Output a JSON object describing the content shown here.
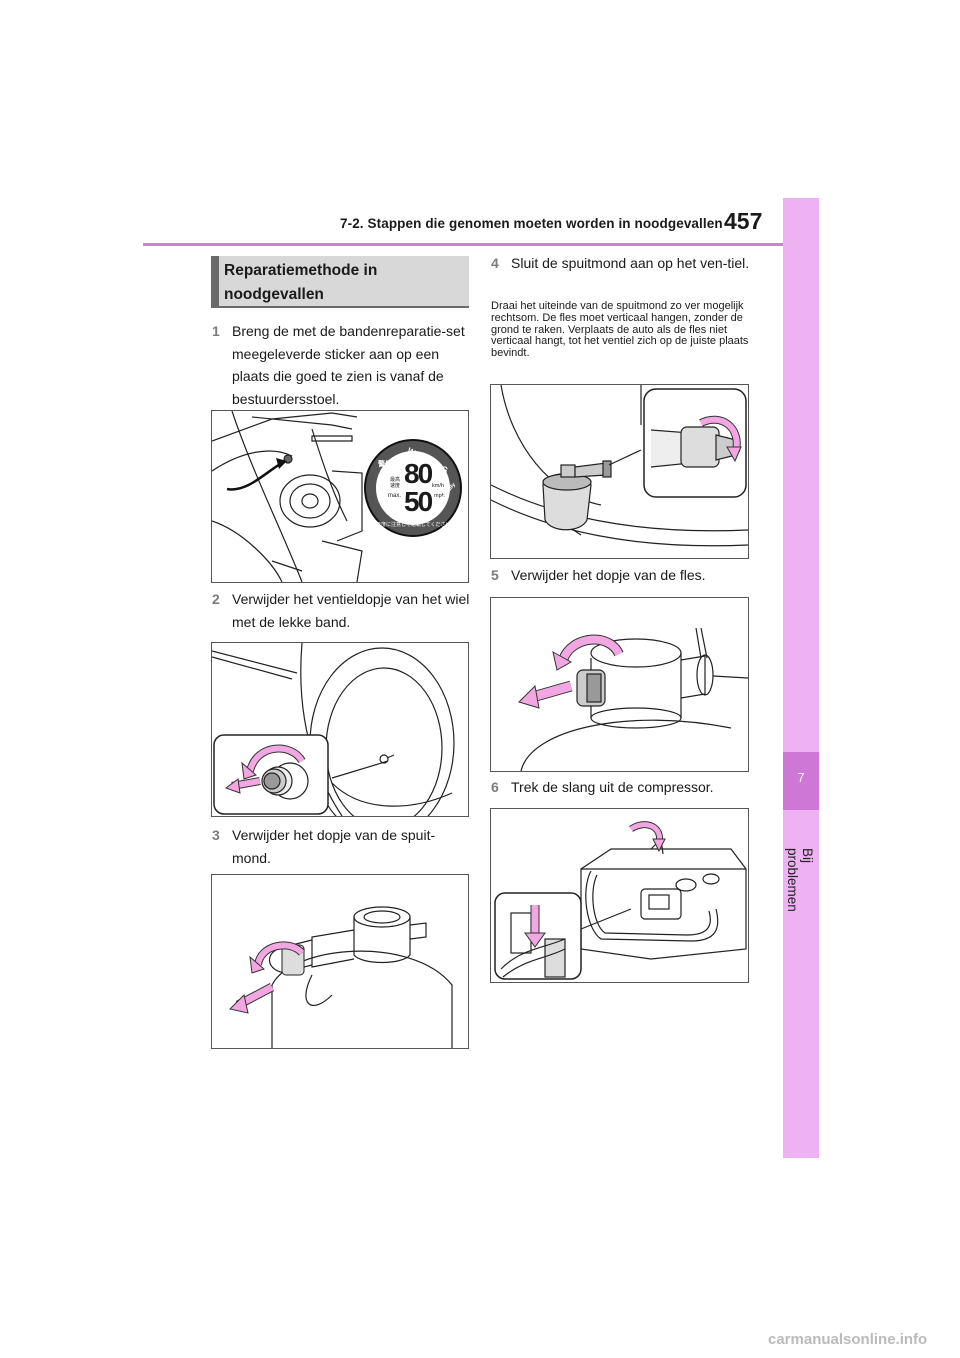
{
  "header": {
    "section_title": "7-2. Stappen die genomen moeten worden in noodgevallen",
    "page_number": "457"
  },
  "side_tab": {
    "chapter_number": "7",
    "chapter_label": "Bij problemen"
  },
  "section": {
    "title": "Reparatiemethode in noodgevallen"
  },
  "steps": [
    {
      "number": "1",
      "text": "Breng de met de bandenreparatie-set meegeleverde sticker aan op een plaats die goed te zien is vanaf de bestuurdersstoel."
    },
    {
      "number": "2",
      "text": "Verwijder het ventieldopje van het wiel met de lekke band."
    },
    {
      "number": "3",
      "text": "Verwijder het dopje van de spuit-mond."
    },
    {
      "number": "4",
      "text": "Sluit de spuitmond aan op het ven-tiel."
    },
    {
      "number": "5",
      "text": "Verwijder het dopje van de fles."
    },
    {
      "number": "6",
      "text": "Trek de slang uit de compressor."
    }
  ],
  "step4_note": "Draai het uiteinde van de spuitmond zo ver mogelijk rechtsom. De fles moet verticaal hangen, zonder de grond te raken. Verplaats de auto als de fles niet verticaal hangt, tot het ventiel zich op de juiste plaats bevindt.",
  "warning_sticker": {
    "heading": "WARNING",
    "speed_kmh": "80",
    "speed_mph": "50",
    "unit_kmh": "km/h",
    "unit_mph": "mph",
    "label_max": "max.",
    "kanji_top": "警告",
    "kanji_speed": "最高速度",
    "jp_bottom": "速度に注意して運転してください",
    "drive_text": "Drive carefully"
  },
  "footer": {
    "url": "carmanualsonline.info"
  },
  "colors": {
    "accent_pink": "#eeb2f3",
    "accent_dark_pink": "#cf77d6",
    "arrow_pink": "#f2a7e3",
    "section_gray": "#d8d8d8"
  }
}
